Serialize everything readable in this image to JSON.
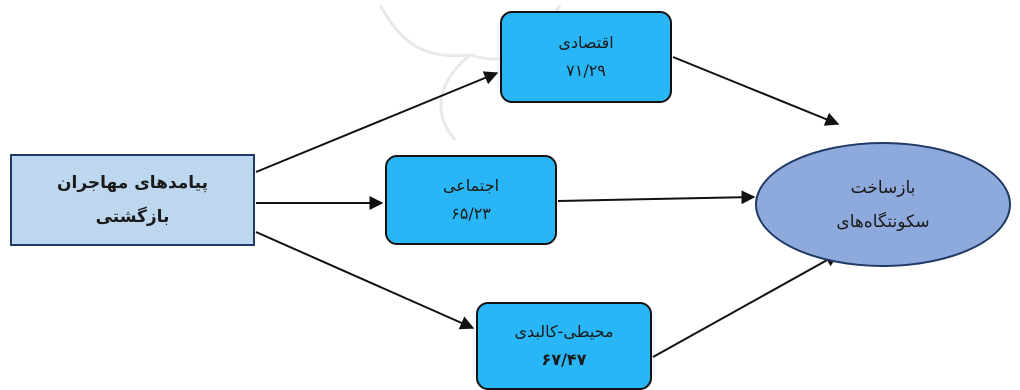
{
  "diagram": {
    "source": {
      "line1": "پیامدهای مهاجران",
      "line2": "بازگشتی"
    },
    "economic": {
      "label": "اقتصادی",
      "value": "۷۱/۲۹"
    },
    "social": {
      "label": "اجتماعی",
      "value": "۶۵/۲۳"
    },
    "physical": {
      "label": "محیطی-کالبدی",
      "value": "۶۷/۴۷"
    },
    "target": {
      "line1": "بازساخت",
      "line2": "سکونتگاه‌های"
    }
  },
  "colors": {
    "source_fill": "#bdd7ee",
    "middle_fill": "#29b6f6",
    "target_fill": "#8ea9db",
    "arrow": "#111111"
  }
}
